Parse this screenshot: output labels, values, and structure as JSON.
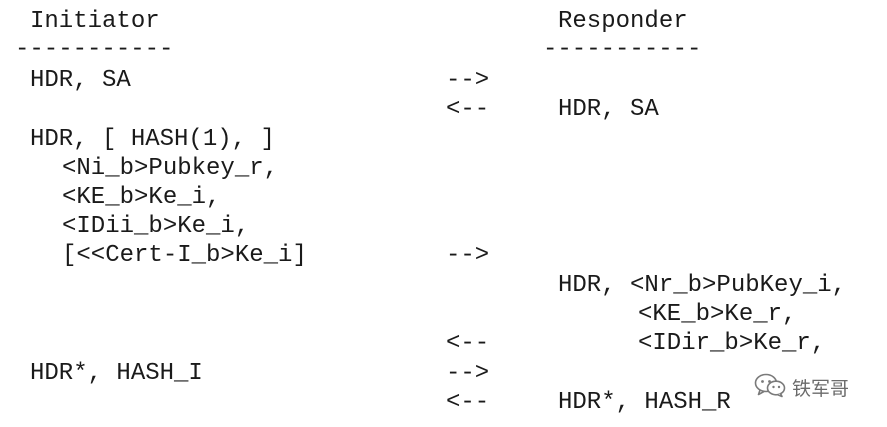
{
  "headers": {
    "initiator": "Initiator",
    "responder": "Responder",
    "underline": "-----------"
  },
  "left": {
    "r1": "HDR, SA",
    "r3": "HDR, [ HASH(1), ]",
    "r4": "<Ni_b>Pubkey_r,",
    "r5": "<KE_b>Ke_i,",
    "r6": "<IDii_b>Ke_i,",
    "r7": "[<<Cert-I_b>Ke_i]",
    "r11": "HDR*, HASH_I"
  },
  "arrows": {
    "right": "-->",
    "left": "<--"
  },
  "right": {
    "r2": "HDR, SA",
    "r8": "HDR, <Nr_b>PubKey_i,",
    "r9": "<KE_b>Ke_r,",
    "r10": "<IDir_b>Ke_r,",
    "r12": "HDR*, HASH_R"
  },
  "watermark": {
    "text": "铁军哥",
    "icon": "wechat-icon"
  }
}
